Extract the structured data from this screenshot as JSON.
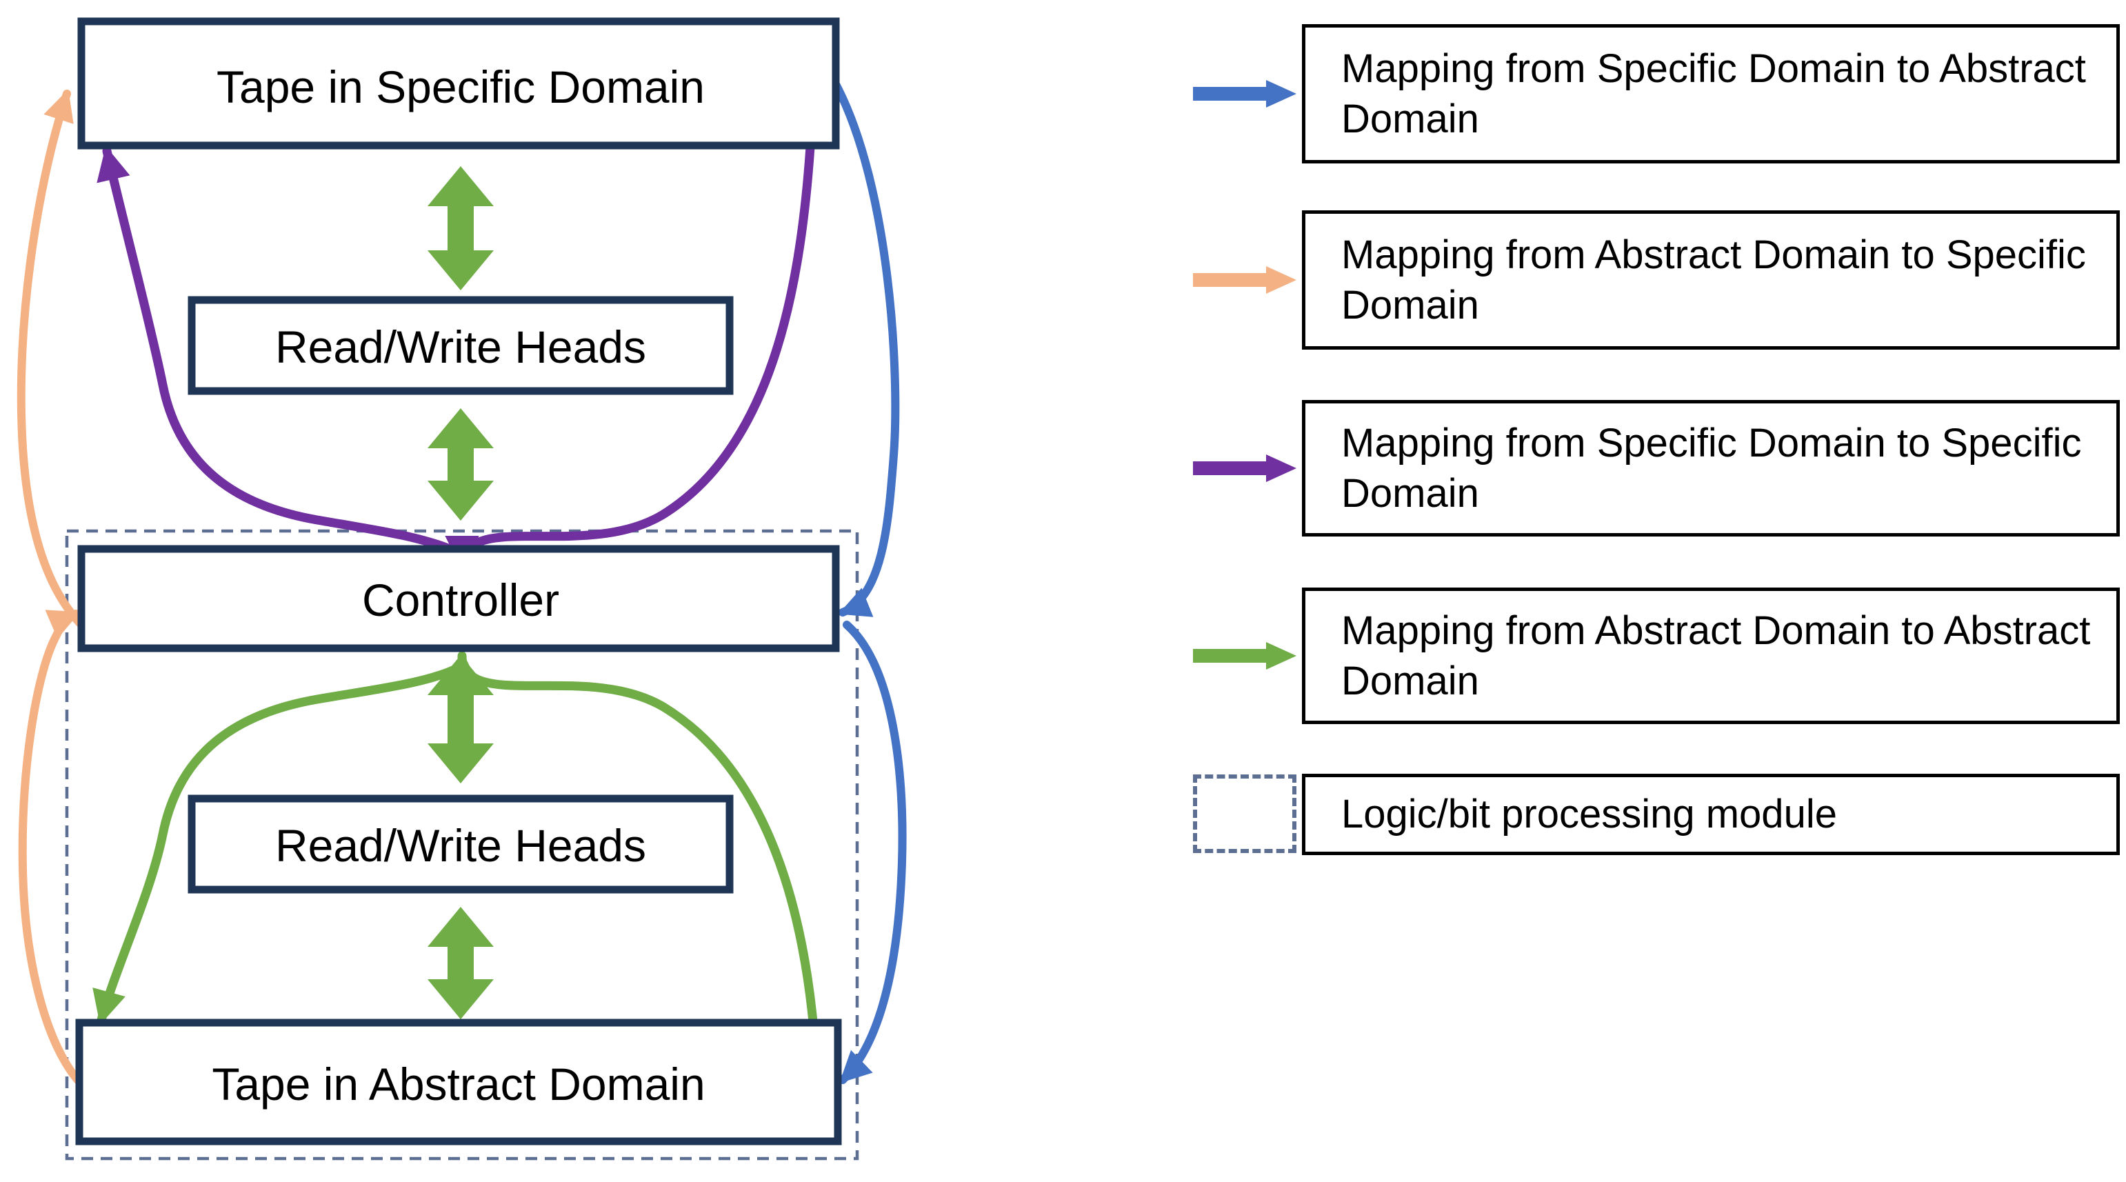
{
  "diagram": {
    "nodes": {
      "tape_specific": "Tape in Specific Domain",
      "rw_heads_top": "Read/Write Heads",
      "controller": "Controller",
      "rw_heads_bottom": "Read/Write Heads",
      "tape_abstract": "Tape in Abstract Domain"
    },
    "edges": [
      {
        "name": "specific-tape-to-controller",
        "color_hex": "#4472C4",
        "meaning": "Mapping from Specific Domain to Abstract Domain"
      },
      {
        "name": "controller-to-abstract-tape",
        "color_hex": "#4472C4",
        "meaning": "Mapping from Specific Domain to Abstract Domain"
      },
      {
        "name": "abstract-tape-to-controller",
        "color_hex": "#F4B183",
        "meaning": "Mapping from Abstract Domain to Specific Domain"
      },
      {
        "name": "controller-to-specific-tape",
        "color_hex": "#F4B183",
        "meaning": "Mapping from Abstract Domain to Specific Domain"
      },
      {
        "name": "specific-tape-to-controller-specific",
        "color_hex": "#7030A0",
        "meaning": "Mapping from Specific Domain to Specific Domain"
      },
      {
        "name": "controller-to-specific-tape-specific",
        "color_hex": "#7030A0",
        "meaning": "Mapping from Specific Domain to Specific Domain"
      },
      {
        "name": "abstract-tape-to-controller-abstract",
        "color_hex": "#70AD47",
        "meaning": "Mapping from Abstract Domain to Abstract Domain"
      },
      {
        "name": "controller-to-abstract-tape-abstract",
        "color_hex": "#70AD47",
        "meaning": "Mapping from Abstract Domain to Abstract Domain"
      }
    ],
    "module_box": {
      "style": "dashed",
      "contains": [
        "Controller",
        "Read/Write Heads",
        "Tape in Abstract Domain"
      ]
    }
  },
  "legend": {
    "items": [
      {
        "swatch": "blue-arrow",
        "color": "#4472C4",
        "label": "Mapping from Specific Domain to Abstract Domain"
      },
      {
        "swatch": "orange-arrow",
        "color": "#F4B183",
        "label": "Mapping from Abstract Domain to Specific Domain"
      },
      {
        "swatch": "purple-arrow",
        "color": "#7030A0",
        "label": "Mapping from Specific Domain to Specific Domain"
      },
      {
        "swatch": "green-arrow",
        "color": "#70AD47",
        "label": "Mapping from Abstract Domain to Abstract Domain"
      },
      {
        "swatch": "dashed-box",
        "color": "#5C6E91",
        "label": "Logic/bit processing module"
      }
    ]
  },
  "colors": {
    "blue": "#4472C4",
    "orange": "#F4B183",
    "purple": "#7030A0",
    "green": "#70AD47",
    "navy_border": "#1F3555",
    "dashed_border": "#5C6E91",
    "box_fill": "#ffffff",
    "text": "#000000"
  }
}
